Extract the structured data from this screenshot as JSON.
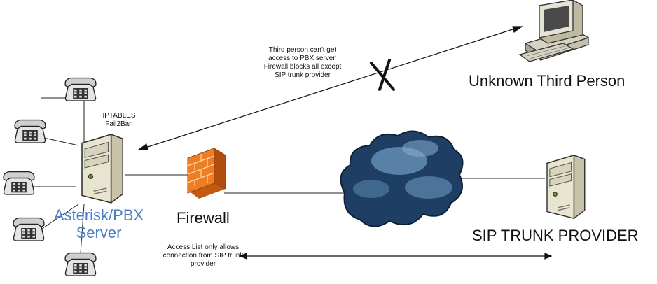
{
  "diagram": {
    "nodes": {
      "pbx_server": "Asterisk/PBX Server",
      "firewall": "Firewall",
      "unknown_third_person": "Unknown Third Person",
      "sip_trunk_provider": "SIP TRUNK PROVIDER"
    },
    "annotations": {
      "pbx_tools": [
        "IPTABLES",
        "Fail2Ban"
      ],
      "third_person_note": "Third person can't get access to PBX server. Firewall blocks all except SIP trunk provider",
      "access_list_note": "Access List only allows connection from SIP trunk provider"
    },
    "colors": {
      "pbx_label": "#4a7fc8",
      "firewall_brick": "#e8761e",
      "cloud": "#2f5f8a"
    },
    "icons": [
      "telephone-icon",
      "server-icon",
      "firewall-icon",
      "cloud-icon",
      "desktop-computer-icon",
      "blocked-x-icon"
    ]
  }
}
